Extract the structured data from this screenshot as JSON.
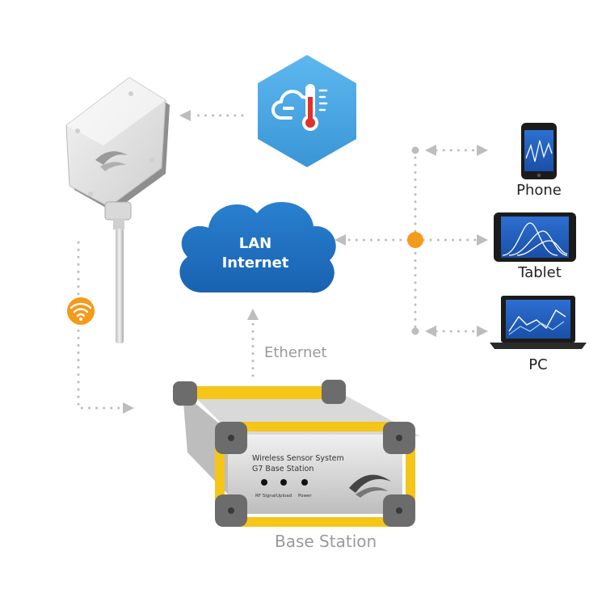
{
  "cloud": {
    "line1": "LAN",
    "line2": "Internet"
  },
  "devices": {
    "phone": "Phone",
    "tablet": "Tablet",
    "pc": "PC"
  },
  "links": {
    "ethernet": "Ethernet"
  },
  "base_station": {
    "caption": "Base Station",
    "panel_line1": "Wireless  Sensor System",
    "panel_line2": "G7 Base Station",
    "led_rf": "RF Signal",
    "led_upload": "Upload",
    "led_power": "Power"
  },
  "colors": {
    "cloud_blue": "#1f6fc0",
    "hex_blue": "#4aa8e4",
    "accent_orange": "#f59a1a",
    "dots_gray": "#bdbdbd",
    "housing_yellow": "#f5c518"
  },
  "icons": [
    "sensor-icon",
    "cloud-thermometer-icon",
    "wifi-icon",
    "phone-icon",
    "tablet-icon",
    "laptop-icon"
  ]
}
